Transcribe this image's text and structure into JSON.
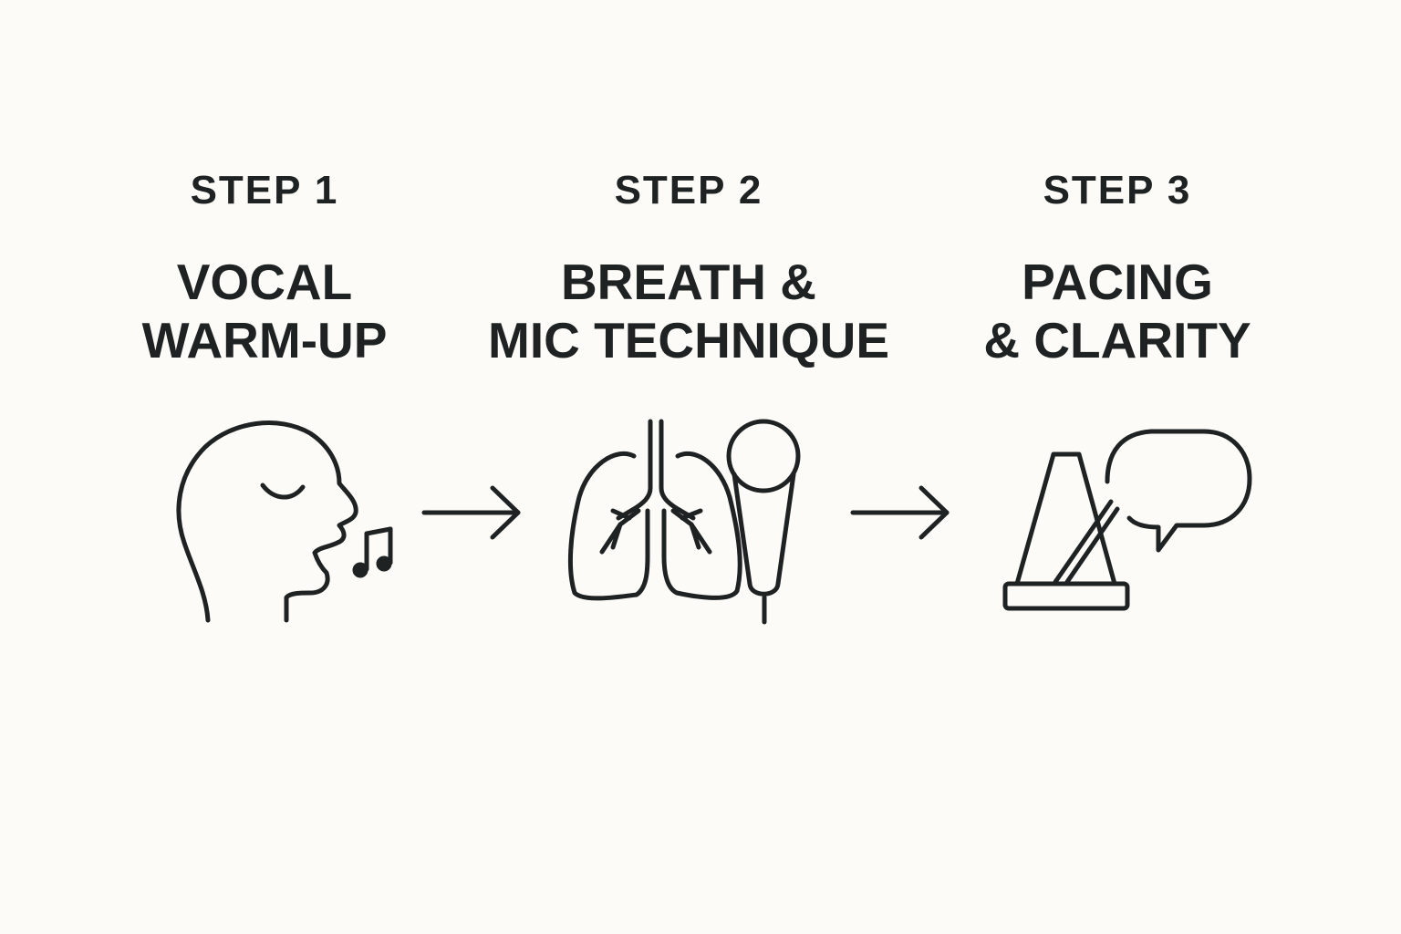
{
  "steps": [
    {
      "label": "STEP 1",
      "title_line1": "VOCAL",
      "title_line2": "WARM-UP",
      "icon": "singing-head-icon"
    },
    {
      "label": "STEP 2",
      "title_line1": "BREATH &",
      "title_line2": "MIC TECHNIQUE",
      "icon": "lungs-microphone-icon"
    },
    {
      "label": "STEP 3",
      "title_line1": "PACING",
      "title_line2": "& CLARITY",
      "icon": "metronome-speech-icon"
    }
  ],
  "colors": {
    "background": "#fcfbf7",
    "ink": "#1f2223"
  }
}
